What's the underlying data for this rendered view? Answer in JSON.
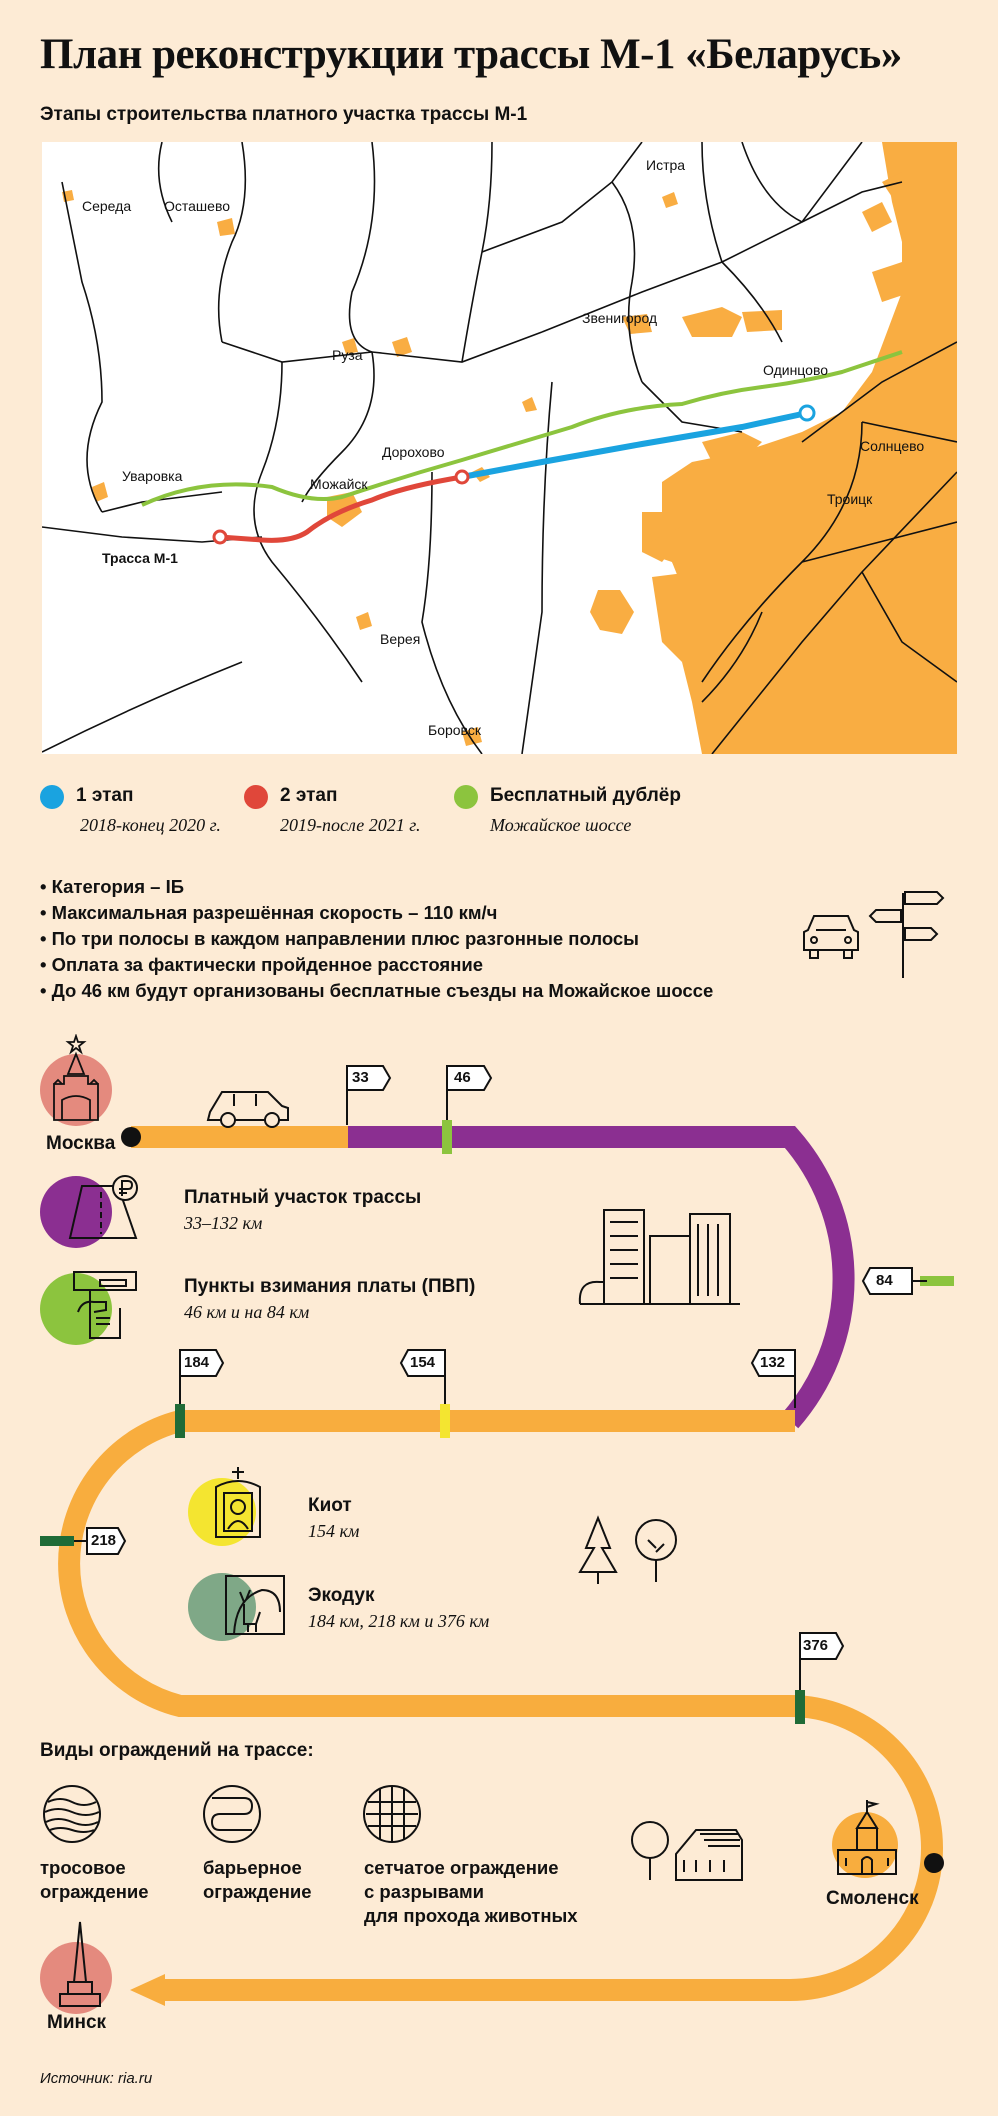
{
  "title": "План реконструкции трассы М-1 «Беларусь»",
  "subtitle": "Этапы строительства платного участка трассы М-1",
  "map": {
    "places": [
      "Истра",
      "Середа",
      "Осташево",
      "Звенигород",
      "Руза",
      "Одинцово",
      "Дорохово",
      "Солнцево",
      "Уваровка",
      "Можайск",
      "Троицк",
      "Трасса М-1",
      "Верея",
      "Боровск"
    ]
  },
  "legend": [
    {
      "label": "1 этап",
      "sub": "2018-конец 2020 г.",
      "color": "#1aa3e0"
    },
    {
      "label": "2 этап",
      "sub": "2019-после 2021 г.",
      "color": "#e0473a"
    },
    {
      "label": "Бесплатный дублёр",
      "sub": "Можайское шоссе",
      "color": "#8cc43e"
    }
  ],
  "facts": [
    "• Категория – IБ",
    "• Максимальная разрешённая скорость – 110 км/ч",
    "• По три полосы в каждом направлении плюс разгонные полосы",
    "• Оплата за фактически пройденное расстояние",
    "• До 46 км будут организованы бесплатные съезды на Можайское шоссе"
  ],
  "route": {
    "start_city": "Москва",
    "mid_city": "Смоленск",
    "end_city": "Минск",
    "km_markers": [
      "33",
      "46",
      "84",
      "132",
      "154",
      "184",
      "218",
      "376"
    ],
    "colors": {
      "road": "#f8ad3e",
      "toll": "#8b2f91",
      "ppv": "#8cc43e",
      "kiot": "#f4e530",
      "ecoduct": "#1f6b37"
    }
  },
  "info": {
    "toll_title": "Платный участок трассы",
    "toll_sub": "33–132 км",
    "ppv_title": "Пункты взимания платы (ПВП)",
    "ppv_sub": "46 км и на 84 км",
    "kiot_title": "Киот",
    "kiot_sub": "154 км",
    "eco_title": "Экодук",
    "eco_sub": "184 км, 218 км и 376 км"
  },
  "fences": {
    "heading": "Виды ограждений на трассе:",
    "items": [
      {
        "line1": "тросовое",
        "line2": "ограждение",
        "line3": ""
      },
      {
        "line1": "барьерное",
        "line2": "ограждение",
        "line3": ""
      },
      {
        "line1": "сетчатое ограждение",
        "line2": "с разрывами",
        "line3": "для прохода животных"
      }
    ]
  },
  "source": "Источник: ria.ru"
}
